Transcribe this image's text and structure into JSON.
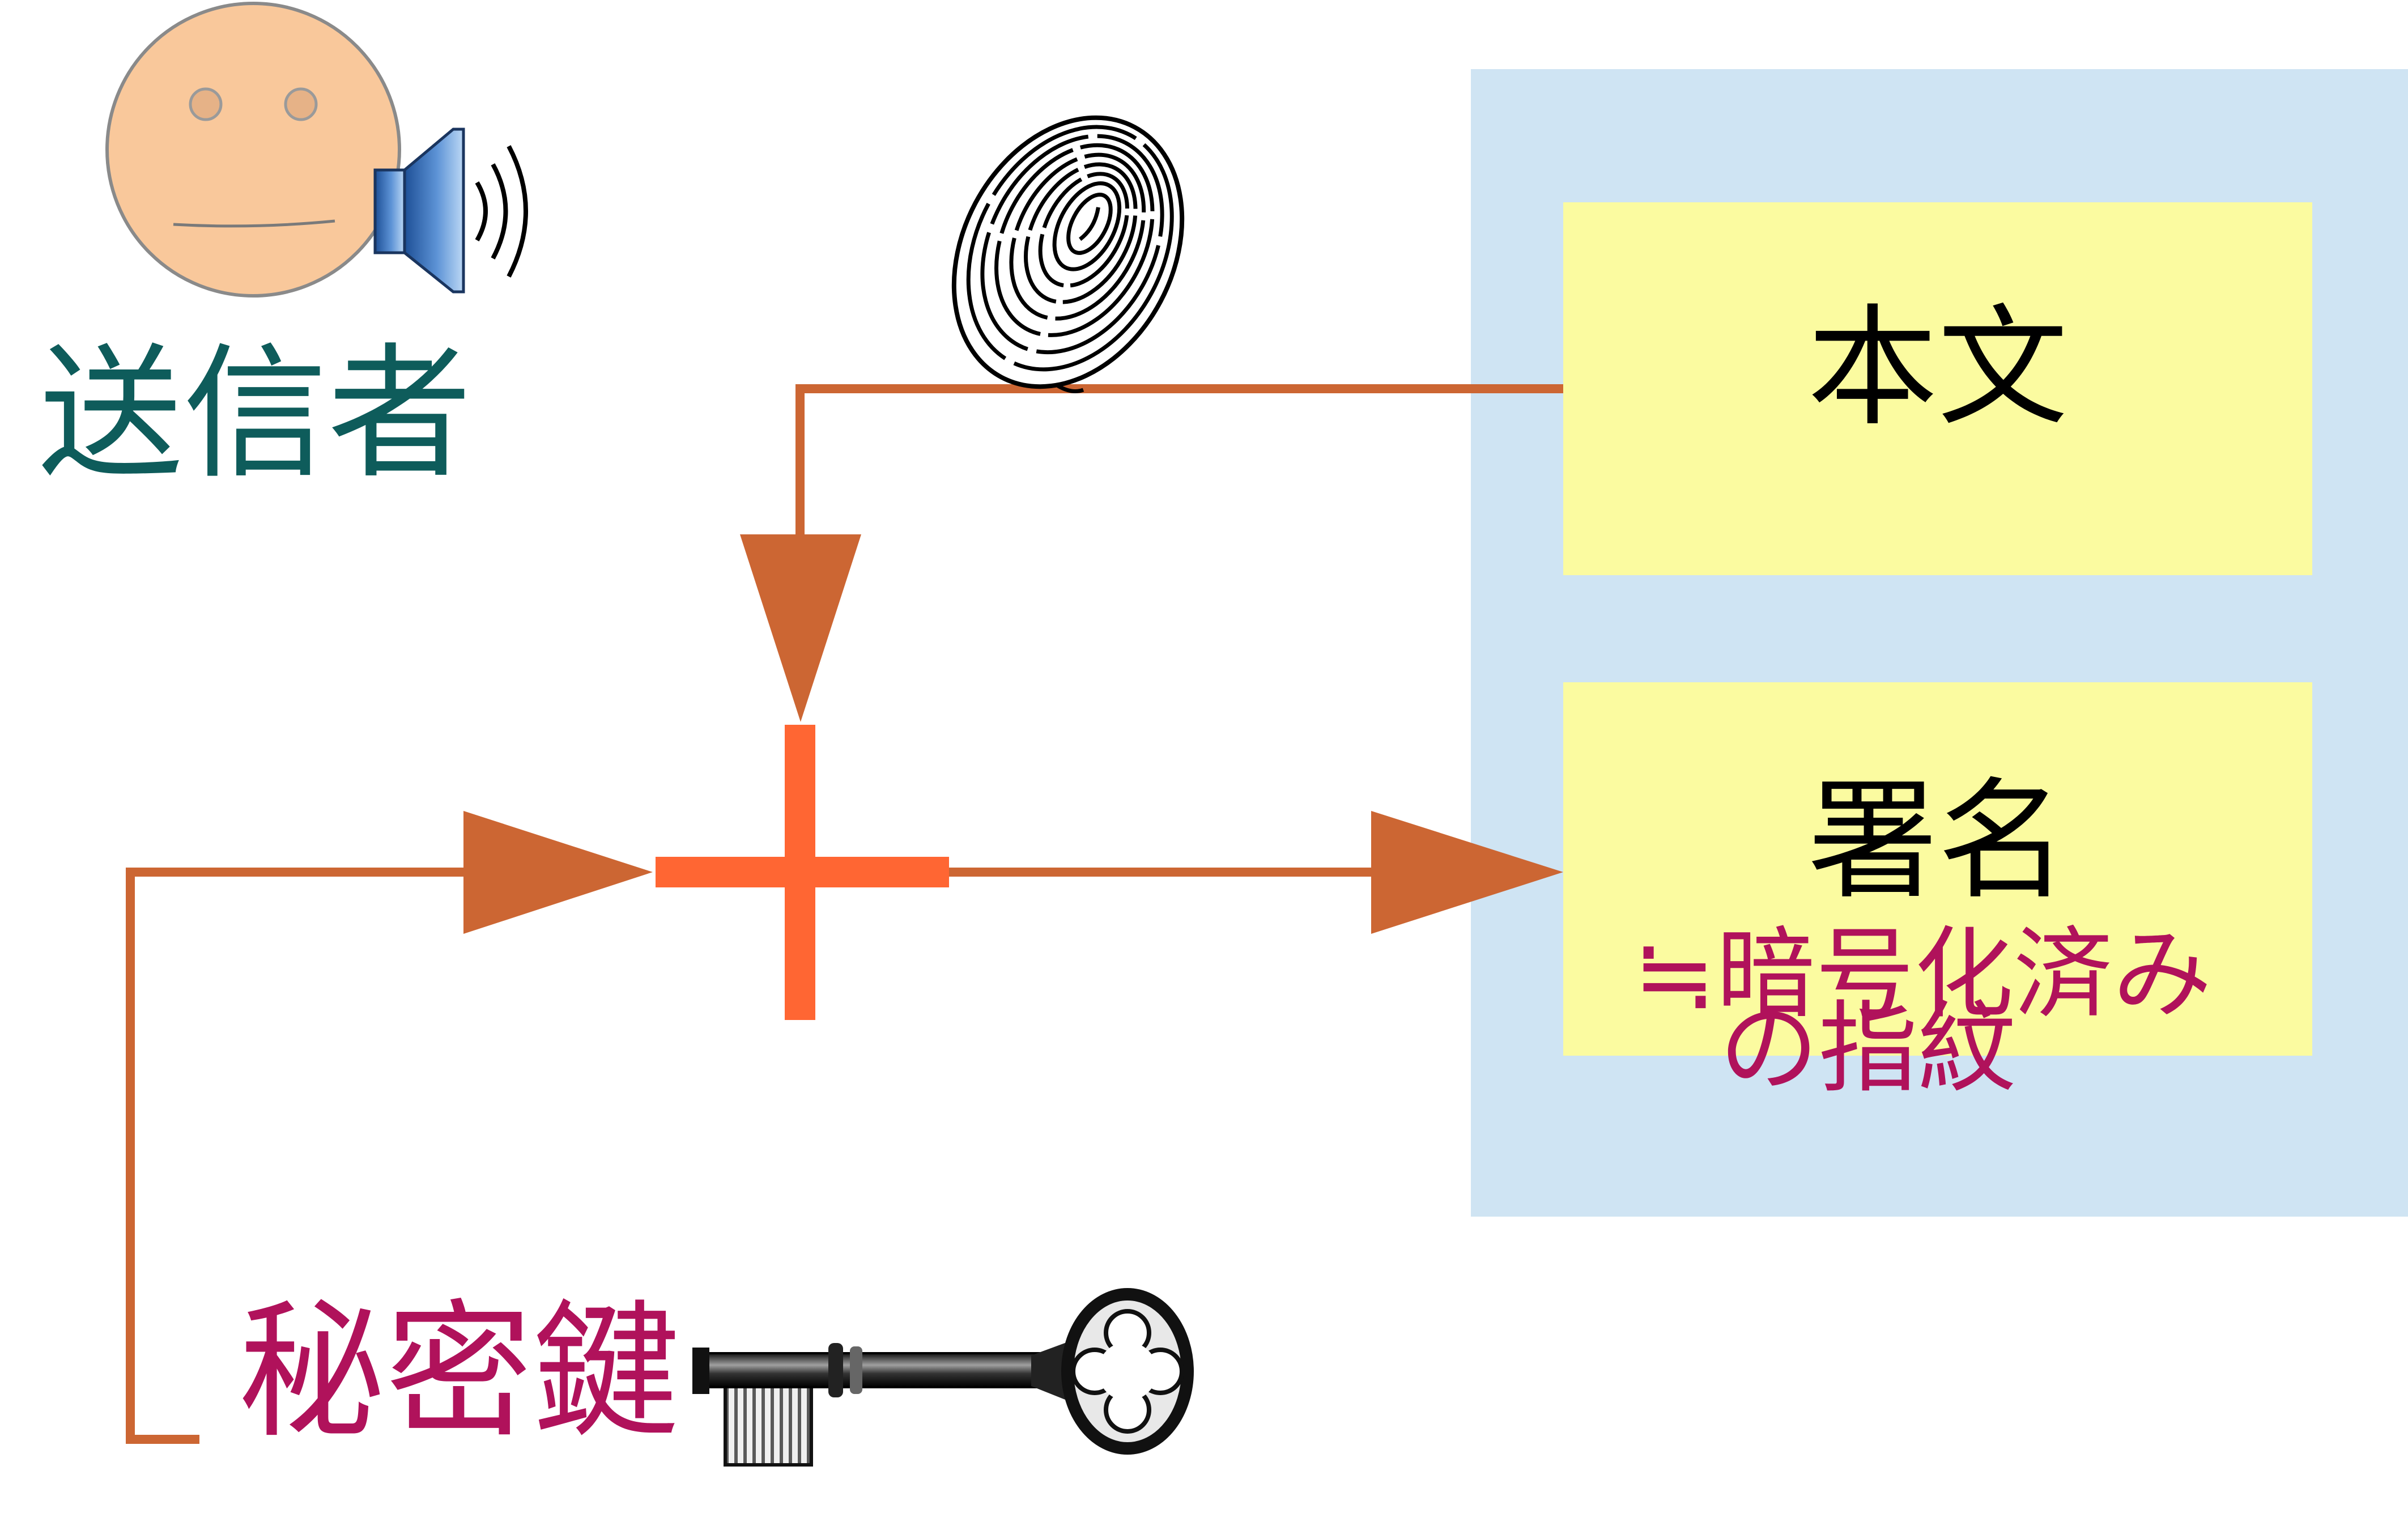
{
  "sender": {
    "label": "送信者",
    "avatar_icon": "face-icon",
    "voice_icon": "speaker-icon"
  },
  "message": {
    "body_label": "本文",
    "signature_label": "署名",
    "signature_note": {
      "line1": "≒暗号化済み",
      "line2": "の指紋"
    }
  },
  "digest": {
    "icon": "fingerprint-icon"
  },
  "operation": {
    "icon": "plus-icon"
  },
  "private_key": {
    "label": "秘密鍵",
    "icon": "key-icon"
  },
  "colors": {
    "arrow": "#cc6633",
    "operator": "#ff6633",
    "message_panel": "#cfe4f3",
    "message_box": "#fbfba0",
    "sender_label": "#0e5c5b",
    "highlight_label": "#b0125b",
    "face": "#f9c89b"
  }
}
